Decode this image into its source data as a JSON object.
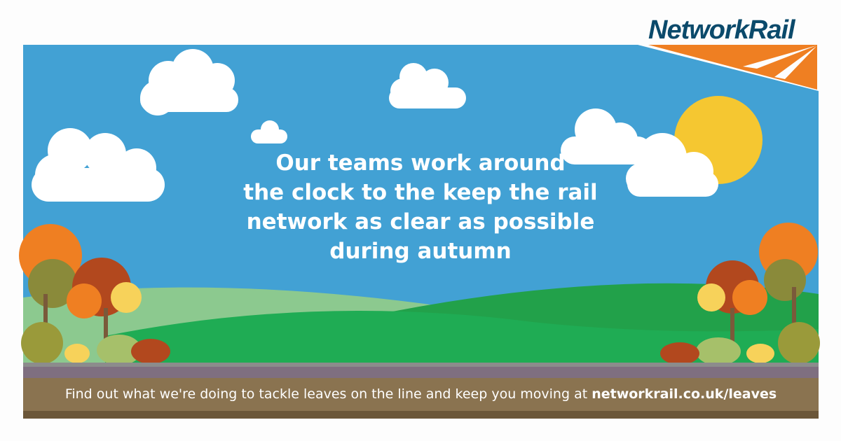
{
  "logo": {
    "text": "NetworkRail"
  },
  "headline": {
    "lines": [
      "Our teams work around",
      "the clock to the keep the rail",
      "network as clear as possible",
      "during autumn"
    ]
  },
  "footer": {
    "text": "Find out what we're doing to tackle leaves on the line and keep you moving at ",
    "link": "networkrail.co.uk/leaves"
  },
  "colors": {
    "sky": "#42a1d4",
    "brand_orange": "#ef7f22",
    "brand_navy": "#0b4a6b",
    "sun": "#f5c731",
    "ground": "#8a7350"
  }
}
